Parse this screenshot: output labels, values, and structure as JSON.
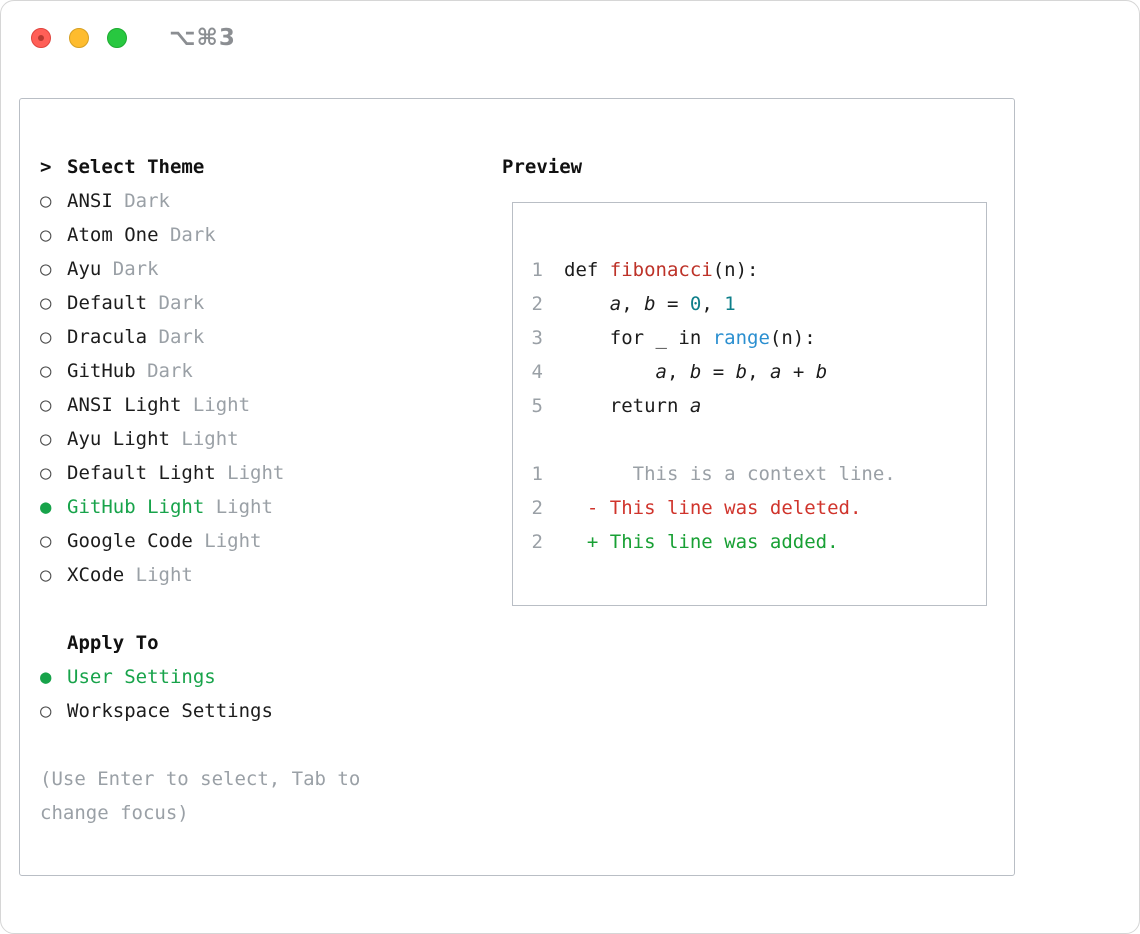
{
  "window": {
    "shortcut_hint": "⌥⌘3"
  },
  "colors": {
    "selected_green": "#17a34a",
    "muted": "#9aa0a6",
    "red": "#bd3228",
    "red2": "#d0342c",
    "teal": "#0e7f8a",
    "blue": "#2b8fd0",
    "green": "#18a034",
    "gray": "#9aa0a6"
  },
  "theme_selector": {
    "prompt": ">",
    "title": "Select Theme",
    "items": [
      {
        "name": "ANSI",
        "variant": "Dark",
        "selected": false
      },
      {
        "name": "Atom One",
        "variant": "Dark",
        "selected": false
      },
      {
        "name": "Ayu",
        "variant": "Dark",
        "selected": false
      },
      {
        "name": "Default",
        "variant": "Dark",
        "selected": false
      },
      {
        "name": "Dracula",
        "variant": "Dark",
        "selected": false
      },
      {
        "name": "GitHub",
        "variant": "Dark",
        "selected": false
      },
      {
        "name": "ANSI Light",
        "variant": "Light",
        "selected": false
      },
      {
        "name": "Ayu Light",
        "variant": "Light",
        "selected": false
      },
      {
        "name": "Default Light",
        "variant": "Light",
        "selected": false
      },
      {
        "name": "GitHub Light",
        "variant": "Light",
        "selected": true
      },
      {
        "name": "Google Code",
        "variant": "Light",
        "selected": false
      },
      {
        "name": "XCode",
        "variant": "Light",
        "selected": false
      }
    ]
  },
  "apply_to": {
    "title": "Apply To",
    "options": [
      {
        "label": "User Settings",
        "selected": true
      },
      {
        "label": "Workspace Settings",
        "selected": false
      }
    ]
  },
  "help_text": "(Use Enter to select, Tab to change focus)",
  "preview": {
    "title": "Preview",
    "lines": [
      {
        "num": "1",
        "segs": [
          {
            "t": "def "
          },
          {
            "t": "fibonacci",
            "c": "red"
          },
          {
            "t": "(n):"
          }
        ]
      },
      {
        "num": "2",
        "segs": [
          {
            "t": "    "
          },
          {
            "t": "a",
            "i": true
          },
          {
            "t": ", "
          },
          {
            "t": "b",
            "i": true
          },
          {
            "t": " = "
          },
          {
            "t": "0",
            "c": "teal"
          },
          {
            "t": ", "
          },
          {
            "t": "1",
            "c": "teal"
          }
        ]
      },
      {
        "num": "3",
        "segs": [
          {
            "t": "    for _ in "
          },
          {
            "t": "range",
            "c": "blue"
          },
          {
            "t": "(n):"
          }
        ]
      },
      {
        "num": "4",
        "segs": [
          {
            "t": "        "
          },
          {
            "t": "a",
            "i": true
          },
          {
            "t": ", "
          },
          {
            "t": "b",
            "i": true
          },
          {
            "t": " = "
          },
          {
            "t": "b",
            "i": true
          },
          {
            "t": ", "
          },
          {
            "t": "a",
            "i": true
          },
          {
            "t": " + "
          },
          {
            "t": "b",
            "i": true
          }
        ]
      },
      {
        "num": "5",
        "segs": [
          {
            "t": "    return "
          },
          {
            "t": "a",
            "i": true
          }
        ]
      },
      {
        "num": "",
        "segs": []
      },
      {
        "num": "1",
        "segs": [
          {
            "t": "      This is a context line.",
            "c": "gray"
          }
        ]
      },
      {
        "num": "2",
        "segs": [
          {
            "t": "  - This line was deleted.",
            "c": "red2"
          }
        ]
      },
      {
        "num": "2",
        "segs": [
          {
            "t": "  + This line was added.",
            "c": "green"
          }
        ]
      }
    ]
  }
}
